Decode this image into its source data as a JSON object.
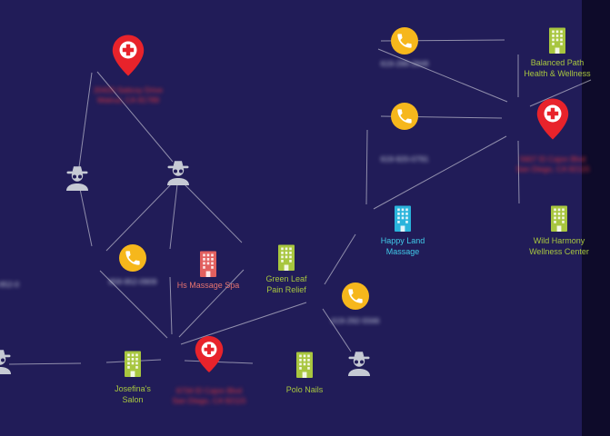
{
  "colors": {
    "background": "#211c58",
    "edge": "#ffffff",
    "pin_red": "#e8232b",
    "phone_yellow": "#f6b71c",
    "business_green": "#a8c63f",
    "business_pink": "#e2605f",
    "business_blue": "#2ab4dc",
    "person_gray": "#c6cad4",
    "label_cyan": "#41c9e8",
    "label_red": "#e2363c",
    "label_number": "#c9cede"
  },
  "nodes": {
    "pin_walnut": {
      "kind": "location-pin",
      "line1": "20420 Saticoy Drive",
      "line2": "Walnut, CA 91789",
      "redacted": true
    },
    "phone_top_right": {
      "kind": "phone",
      "line1": "619-286-2848",
      "redacted": true
    },
    "balanced_path": {
      "kind": "business",
      "line1": "Balanced Path",
      "line2": "Health & Wellness"
    },
    "phone_mid_right": {
      "kind": "phone",
      "line1": "619-920-0791",
      "redacted": true
    },
    "pin_san_diego_1": {
      "kind": "location-pin",
      "line1": "5607 El Cajon Blvd",
      "line2": "San Diego, CA 92115",
      "redacted": true
    },
    "spy_left": {
      "kind": "person-of-interest"
    },
    "spy_mid": {
      "kind": "person-of-interest"
    },
    "happy_land": {
      "kind": "business",
      "line1": "Happy Land",
      "line2": "Massage"
    },
    "wild_harmony": {
      "kind": "business",
      "line1": "Wild Harmony",
      "line2": "Wellness Center"
    },
    "phone_left": {
      "kind": "phone",
      "line1": "858-952-0909",
      "redacted": true
    },
    "hs_massage_spa": {
      "kind": "business",
      "line1": "Hs Massage Spa"
    },
    "green_leaf": {
      "kind": "business",
      "line1": "Green Leaf",
      "line2": "Pain Relief"
    },
    "phone_lower": {
      "kind": "phone",
      "line1": "619-292-5566",
      "redacted": true
    },
    "pin_san_diego_2": {
      "kind": "location-pin",
      "line1": "6734 El Cajon Blvd",
      "line2": "San Diego, CA 92115",
      "redacted": true
    },
    "josefinas_salon": {
      "kind": "business",
      "line1": "Josefina's",
      "line2": "Salon"
    },
    "polo_nails": {
      "kind": "business",
      "line1": "Polo Nails"
    },
    "spy_bottom": {
      "kind": "person-of-interest"
    },
    "spy_edge": {
      "kind": "person-of-interest"
    },
    "edge_fragment": {
      "line1": "09-952-0",
      "redacted": true
    }
  },
  "edges": [
    [
      "pin_walnut",
      "spy_left"
    ],
    [
      "pin_walnut",
      "spy_mid"
    ],
    [
      "spy_left",
      "phone_left"
    ],
    [
      "spy_mid",
      "phone_left"
    ],
    [
      "spy_mid",
      "hs_massage_spa"
    ],
    [
      "spy_mid",
      "green_leaf"
    ],
    [
      "phone_left",
      "pin_san_diego_2"
    ],
    [
      "hs_massage_spa",
      "pin_san_diego_2"
    ],
    [
      "green_leaf",
      "pin_san_diego_2"
    ],
    [
      "pin_san_diego_2",
      "josefinas_salon"
    ],
    [
      "pin_san_diego_2",
      "polo_nails"
    ],
    [
      "pin_san_diego_2",
      "phone_lower"
    ],
    [
      "phone_lower",
      "happy_land"
    ],
    [
      "phone_lower",
      "spy_bottom"
    ],
    [
      "happy_land",
      "phone_mid_right"
    ],
    [
      "happy_land",
      "pin_san_diego_1"
    ],
    [
      "phone_mid_right",
      "pin_san_diego_1"
    ],
    [
      "phone_top_right",
      "pin_san_diego_1"
    ],
    [
      "phone_top_right",
      "balanced_path"
    ],
    [
      "pin_san_diego_1",
      "balanced_path"
    ],
    [
      "pin_san_diego_1",
      "wild_harmony"
    ],
    [
      "pin_san_diego_1",
      "offscreen_right"
    ],
    [
      "spy_edge",
      "josefinas_salon"
    ]
  ]
}
